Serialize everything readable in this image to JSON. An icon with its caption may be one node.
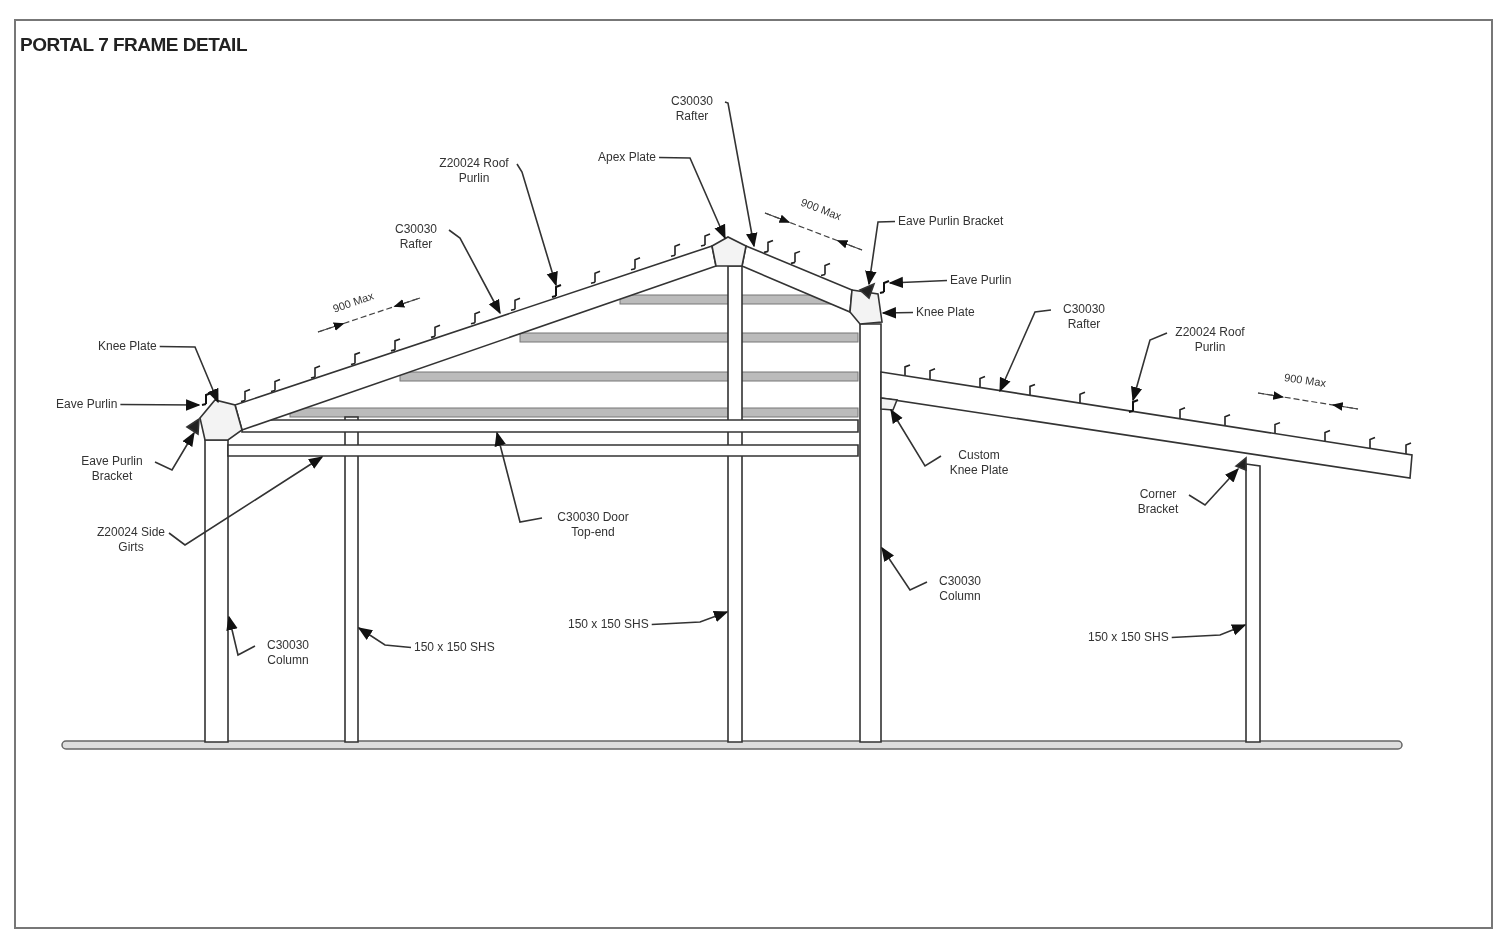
{
  "diagram": {
    "title": "PORTAL 7 FRAME DETAIL",
    "nodes": [
      {
        "text": [
          "C30030 Rafter"
        ]
      },
      {
        "text": [
          "Apex Plate"
        ]
      },
      {
        "text": [
          "Z20024 Roof Purlin"
        ]
      },
      {
        "text": [
          "Eave Purlin Bracket"
        ]
      },
      {
        "text": [
          "C30030 Rafter"
        ]
      },
      {
        "text": [
          "Eave Purlin"
        ]
      },
      {
        "text": [
          "Knee Plate"
        ]
      },
      {
        "text": [
          "C30030 Rafter"
        ]
      },
      {
        "text": [
          "Z20024 Roof Purlin"
        ]
      },
      {
        "text": [
          "Knee Plate"
        ]
      },
      {
        "text": [
          "Eave Purlin"
        ]
      },
      {
        "text": [
          "Custom Knee Plate"
        ]
      },
      {
        "text": [
          "Eave Purlin Bracket"
        ]
      },
      {
        "text": [
          "Corner Bracket"
        ]
      },
      {
        "text": [
          "C30030 Door Top-end"
        ]
      },
      {
        "text": [
          "Z20024 Side Girts"
        ]
      },
      {
        "text": [
          "C30030 Column"
        ]
      },
      {
        "text": [
          "150 x 150 SHS"
        ]
      },
      {
        "text": [
          "150 x 150 SHS"
        ]
      },
      {
        "text": [
          "150 x 150 SHS"
        ]
      },
      {
        "text": [
          "C30030 Column"
        ]
      },
      {
        "text": [],
        "shape": "bar"
      },
      {
        "text": [],
        "shape": "polygon"
      },
      {
        "text": [],
        "shape": "bar"
      },
      {
        "text": [],
        "shape": "polygon"
      },
      {
        "text": [],
        "shape": "bar"
      },
      {
        "text": [],
        "shape": "polygon"
      },
      {
        "text": [],
        "shape": "bar"
      },
      {
        "text": [],
        "shape": "bar"
      },
      {
        "text": [],
        "shape": "bar"
      },
      {
        "text": [],
        "shape": "bar"
      },
      {
        "text": [],
        "shape": "bar"
      },
      {
        "text": [],
        "shape": "z-shape"
      },
      {
        "text": [],
        "shape": "triangle"
      },
      {
        "text": [],
        "shape": "z-shape"
      },
      {
        "text": [],
        "shape": "z-shape"
      },
      {
        "text": [],
        "shape": "triangle"
      },
      {
        "text": [],
        "shape": "z-shape"
      },
      {
        "text": [],
        "shape": "bar"
      },
      {
        "text": [],
        "shape": "bar"
      },
      {
        "text": [],
        "shape": "polygon"
      },
      {
        "text": [],
        "shape": "triangle"
      }
    ],
    "edges": [
      {
        "from": 0,
        "to": 25,
        "arrow": "to"
      },
      {
        "from": 1,
        "to": 24,
        "arrow": "to"
      },
      {
        "from": 2,
        "to": 34,
        "arrow": "to"
      },
      {
        "from": 3,
        "to": 36,
        "arrow": "to"
      },
      {
        "from": 4,
        "to": 23,
        "arrow": "to"
      },
      {
        "from": 5,
        "to": 35,
        "arrow": "to"
      },
      {
        "from": 6,
        "to": 26,
        "arrow": "to"
      },
      {
        "from": 7,
        "to": 28,
        "arrow": "to"
      },
      {
        "from": 8,
        "to": 37,
        "arrow": "to"
      },
      {
        "from": 9,
        "to": 22,
        "arrow": "to"
      },
      {
        "from": 10,
        "to": 32,
        "arrow": "to"
      },
      {
        "from": 11,
        "to": 40,
        "arrow": "to"
      },
      {
        "from": 12,
        "to": 33,
        "arrow": "to"
      },
      {
        "from": 13,
        "to": 41,
        "arrow": "to"
      },
      {
        "from": 14,
        "to": 39,
        "arrow": "to"
      },
      {
        "from": 15,
        "to": 38,
        "arrow": "to"
      },
      {
        "from": 16,
        "to": 27,
        "arrow": "to"
      },
      {
        "from": 17,
        "to": 30,
        "arrow": "to"
      },
      {
        "from": 18,
        "to": 31,
        "arrow": "to"
      },
      {
        "from": 19,
        "to": 29,
        "arrow": "to"
      },
      {
        "from": 20,
        "to": 21,
        "arrow": "to"
      }
    ],
    "labels": [
      "900 Max",
      "900 Max",
      "900 Max"
    ]
  }
}
